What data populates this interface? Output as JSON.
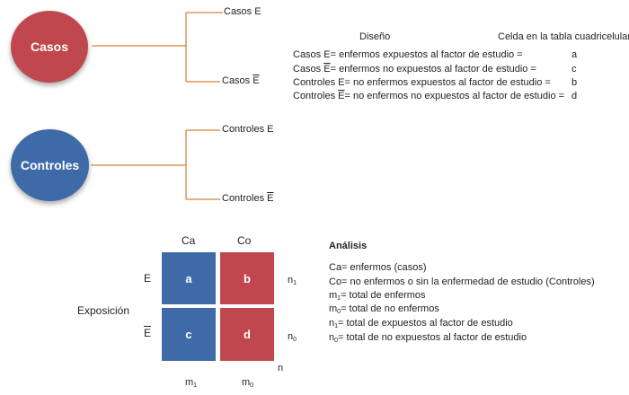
{
  "colors": {
    "red": "#c0474d",
    "blue": "#3e6aa8",
    "line": "#d9823a"
  },
  "tree": {
    "casos": {
      "label": "Casos",
      "branch_top": "Casos E",
      "branch_bottom_prefix": "Casos ",
      "branch_bottom_e": "E"
    },
    "controles": {
      "label": "Controles",
      "branch_top": "Controles E",
      "branch_bottom_prefix": "Controles ",
      "branch_bottom_e": "E"
    }
  },
  "design": {
    "header_left": "Diseño",
    "header_right": "Celda en la tabla cuadricelular",
    "rows": [
      {
        "pre": "Casos ",
        "e": "E",
        "barred": false,
        "rest": "= enfermos expuestos al factor de estudio =",
        "cell": "a"
      },
      {
        "pre": "Casos ",
        "e": "E",
        "barred": true,
        "rest": "= enfermos no expuestos al factor de estudio =",
        "cell": "c"
      },
      {
        "pre": "Controles ",
        "e": "E",
        "barred": false,
        "rest": "= no enfermos expuestos al factor de estudio =",
        "cell": "b"
      },
      {
        "pre": "Controles ",
        "e": "E",
        "barred": true,
        "rest": "= no enfermos no expuestos al factor de estudio =",
        "cell": "d"
      }
    ]
  },
  "table": {
    "col_ca": "Ca",
    "col_co": "Co",
    "row_e": "E",
    "row_ebar": "E",
    "side_label": "Exposición",
    "cells": {
      "a": "a",
      "b": "b",
      "c": "c",
      "d": "d"
    },
    "n_base": "n",
    "n1_sub": "1",
    "n0_sub": "0",
    "m_base": "m",
    "m1_sub": "1",
    "m0_sub": "0",
    "total": "n"
  },
  "analysis": {
    "title": "Análisis",
    "line1": "Ca= enfermos (casos)",
    "line2": "Co= no enfermos o sin la enfermedad de estudio (Controles)",
    "m_base": "m",
    "sub1": "1",
    "sub0": "0",
    "line3": "= total de enfermos",
    "line4": "= total de no enfermos",
    "n_base": "n",
    "line5": "= total de expuestos al factor de estudio",
    "line6": "= total de no expuestos al factor de estudio"
  }
}
